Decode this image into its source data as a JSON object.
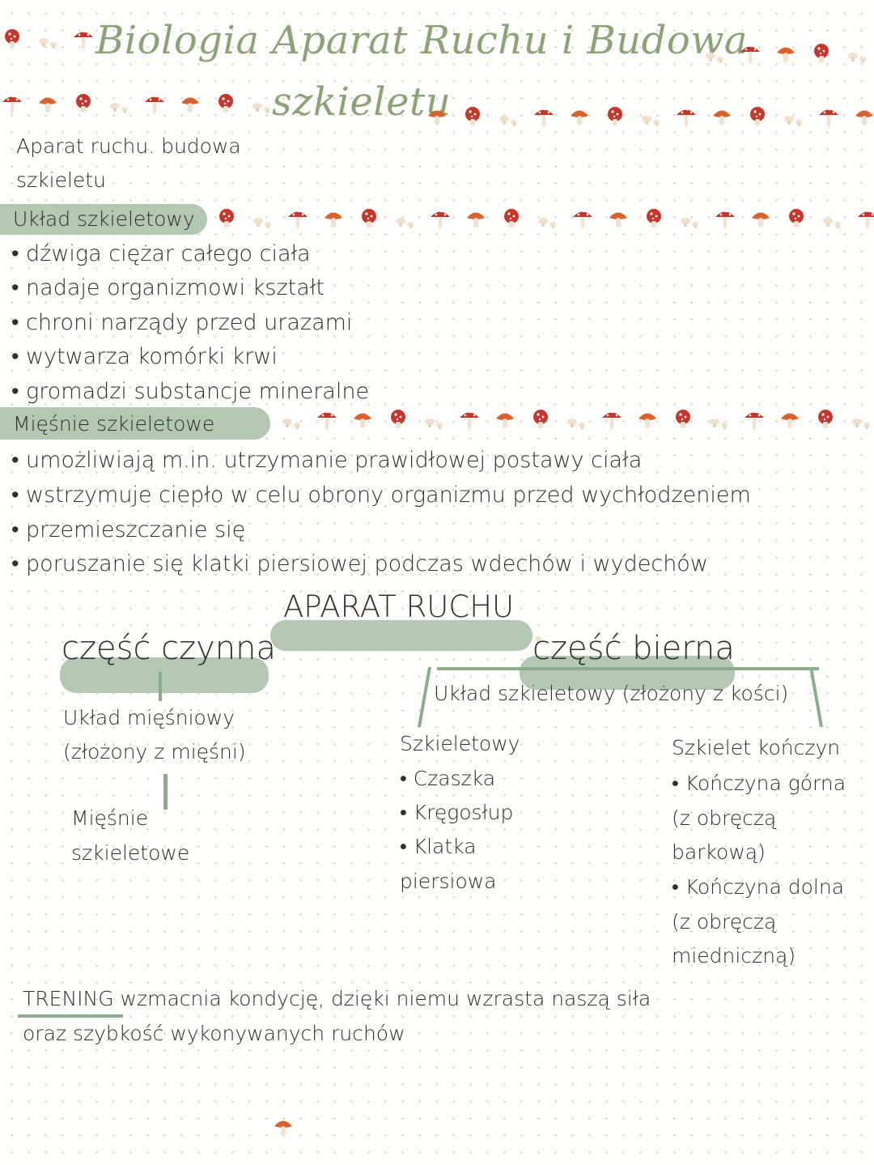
{
  "header": {
    "title_line1": "Biologia   Aparat Ruchu i Budowa",
    "title_line2": "szkieletu"
  },
  "subtitle": {
    "line1": "Aparat ruchu. budowa",
    "line2": "szkieletu"
  },
  "section1": {
    "heading": "Układ szkieletowy",
    "items": [
      "• dźwiga ciężar całego ciała",
      "• nadaje organizmowi kształt",
      "• chroni narządy przed urazami",
      "• wytwarza komórki krwi",
      "• gromadzi substancje mineralne"
    ]
  },
  "section2": {
    "heading": "Mięśnie szkieletowe",
    "items": [
      "• umożliwiają m.in. utrzymanie prawidłowej postawy ciała",
      "• wstrzymuje ciepło w celu obrony organizmu przed wychłodzeniem",
      "• przemieszczanie się",
      "• poruszanie się klatki piersiowej podczas wdechów i wydechów"
    ]
  },
  "diagram": {
    "root": "APARAT RUCHU",
    "left": {
      "label": "część czynna",
      "child_line1": "Układ mięśniowy",
      "child_line2": "(złożony z mięśni)",
      "leaf_line1": "Mięśnie",
      "leaf_line2": "szkieletowe"
    },
    "right": {
      "label": "część bierna",
      "child": "Układ szkieletowy (złożony z kości)",
      "branch1": {
        "title": "Szkieletowy",
        "items": [
          "• Czaszka",
          "• Kręgosłup",
          "• Klatka",
          "piersiowa"
        ]
      },
      "branch2": {
        "title": "Szkielet kończyn",
        "items": [
          "• Kończyna górna",
          "(z obręczą",
          "barkową)",
          "• Kończyna dolna",
          "(z obręczą",
          "miedniczną)"
        ]
      }
    }
  },
  "footer": {
    "highlight": "TRENING",
    "line1_rest": " wzmacnia kondycję, dzięki niemu wzrasta naszą siła",
    "line2": "oraz szybkość wykonywanych ruchów"
  },
  "colors": {
    "title_green": "#8da377",
    "pill_green": "#b4c7b2",
    "line_green": "#8dac8e",
    "mushroom_red": "#c7362b",
    "mushroom_orange": "#d9622a",
    "mushroom_cream": "#f1e2cf"
  },
  "decorations": {
    "icon": "mushroom-icon"
  }
}
